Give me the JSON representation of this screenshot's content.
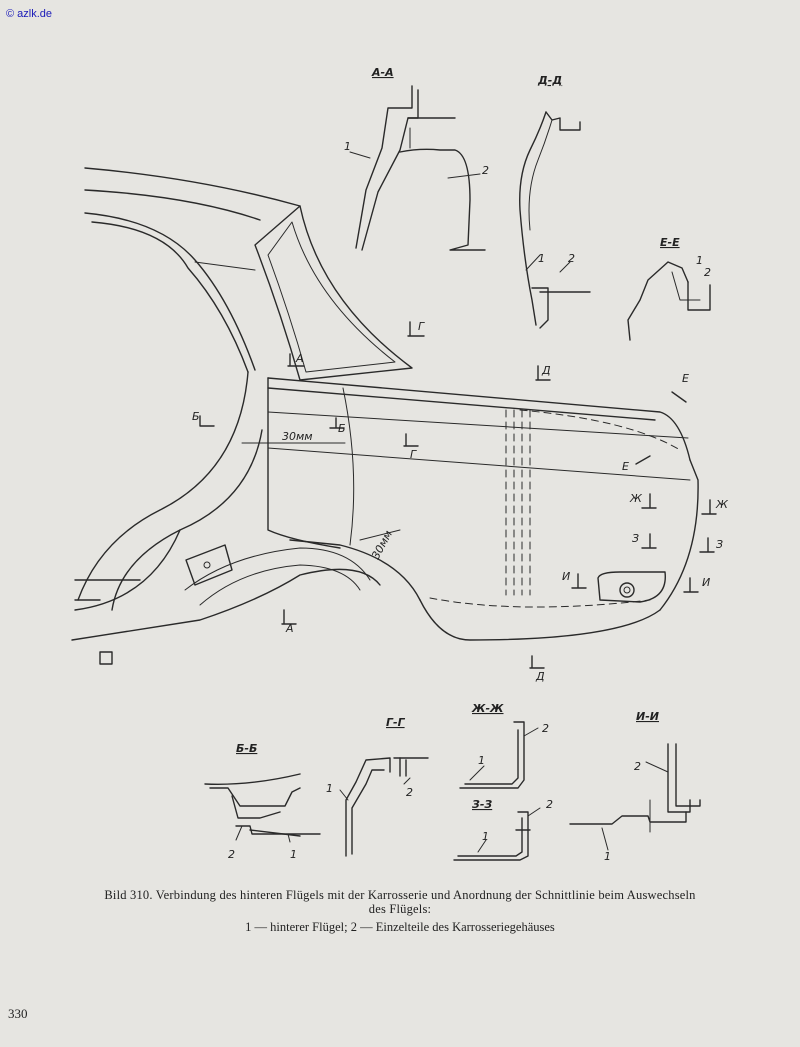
{
  "watermark": "© azlk.de",
  "caption": {
    "line1": "Bild 310. Verbindung des hinteren Flügels mit der Karrosserie und Anordnung der Schnittlinie beim Auswechseln",
    "line2": "des Flügels:",
    "legend": "1 — hinterer Flügel; 2 — Einzelteile des Karrosseriegehäuses"
  },
  "page_number": "330",
  "sections": {
    "aa": "А-А",
    "dd": "Д-Д",
    "ee": "Е-Е",
    "bb": "Б-Б",
    "gg": "Г-Г",
    "zhzh": "Ж-Ж",
    "zz": "З-З",
    "ii": "И-И"
  },
  "markers": {
    "a": "А",
    "b": "Б",
    "g": "Г",
    "d": "Д",
    "e": "Е",
    "zh": "Ж",
    "z": "З",
    "i": "И"
  },
  "callouts": {
    "one": "1",
    "two": "2"
  },
  "dimensions": {
    "d30_horizontal": "30мм",
    "d30_diagonal": "30мм"
  }
}
